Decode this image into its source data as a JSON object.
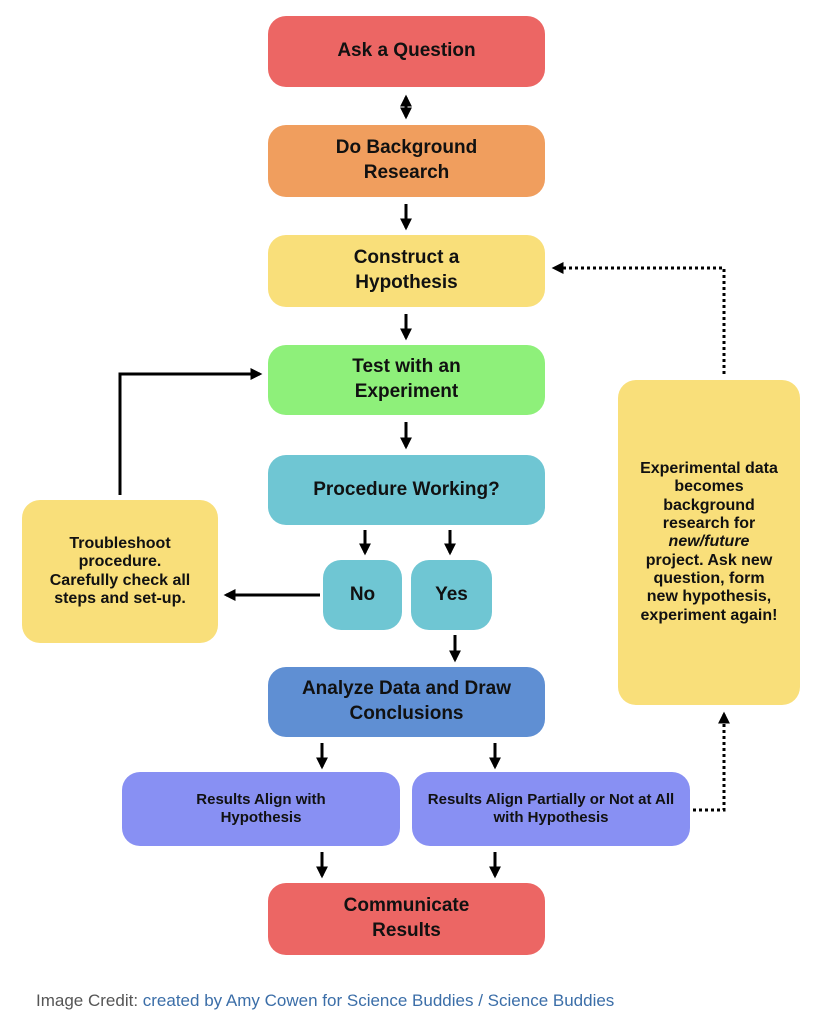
{
  "nodes": {
    "ask": {
      "label": "Ask a Question",
      "color": "#ec6664"
    },
    "research": {
      "label": "Do Background Research",
      "color": "#f09e5e"
    },
    "hypothesis": {
      "label": "Construct a Hypothesis",
      "color": "#f9df7a"
    },
    "test": {
      "label": "Test with an Experiment",
      "color": "#8ef07a"
    },
    "procedure": {
      "label": "Procedure Working?",
      "color": "#6fc6d3"
    },
    "no": {
      "label": "No",
      "color": "#6fc6d3"
    },
    "yes": {
      "label": "Yes",
      "color": "#6fc6d3"
    },
    "troubleshoot": {
      "label": "Troubleshoot procedure. Carefully check all steps and set-up.",
      "color": "#f9df7a"
    },
    "analyze": {
      "label": "Analyze Data and Draw Conclusions",
      "color": "#5f8fd3"
    },
    "align": {
      "label": "Results Align with Hypothesis",
      "color": "#8890f3"
    },
    "partial": {
      "label": "Results Align Partially or Not at All with Hypothesis",
      "color": "#8890f3"
    },
    "communicate": {
      "label": "Communicate Results",
      "color": "#ec6664"
    },
    "experimental": {
      "label_before": "Experimental data becomes background research for ",
      "label_italic": "new/future",
      "label_after": " project. Ask new question, form new hypothesis, experiment again!",
      "color": "#f9df7a"
    }
  },
  "edges": [
    {
      "from": "ask",
      "to": "research",
      "style": "solid",
      "bidirectional": true
    },
    {
      "from": "research",
      "to": "hypothesis",
      "style": "solid"
    },
    {
      "from": "hypothesis",
      "to": "test",
      "style": "solid"
    },
    {
      "from": "test",
      "to": "procedure",
      "style": "solid"
    },
    {
      "from": "procedure",
      "to": "no",
      "style": "solid"
    },
    {
      "from": "procedure",
      "to": "yes",
      "style": "solid"
    },
    {
      "from": "no",
      "to": "troubleshoot",
      "style": "solid"
    },
    {
      "from": "troubleshoot",
      "to": "test",
      "style": "solid"
    },
    {
      "from": "yes",
      "to": "analyze",
      "style": "solid"
    },
    {
      "from": "analyze",
      "to": "align",
      "style": "solid"
    },
    {
      "from": "analyze",
      "to": "partial",
      "style": "solid"
    },
    {
      "from": "align",
      "to": "communicate",
      "style": "solid"
    },
    {
      "from": "partial",
      "to": "communicate",
      "style": "solid"
    },
    {
      "from": "partial",
      "to": "experimental",
      "style": "dotted"
    },
    {
      "from": "experimental",
      "to": "hypothesis",
      "style": "dotted"
    }
  ],
  "credit": {
    "prefix": "Image Credit: ",
    "link": "created by Amy Cowen for Science Buddies / Science Buddies"
  }
}
